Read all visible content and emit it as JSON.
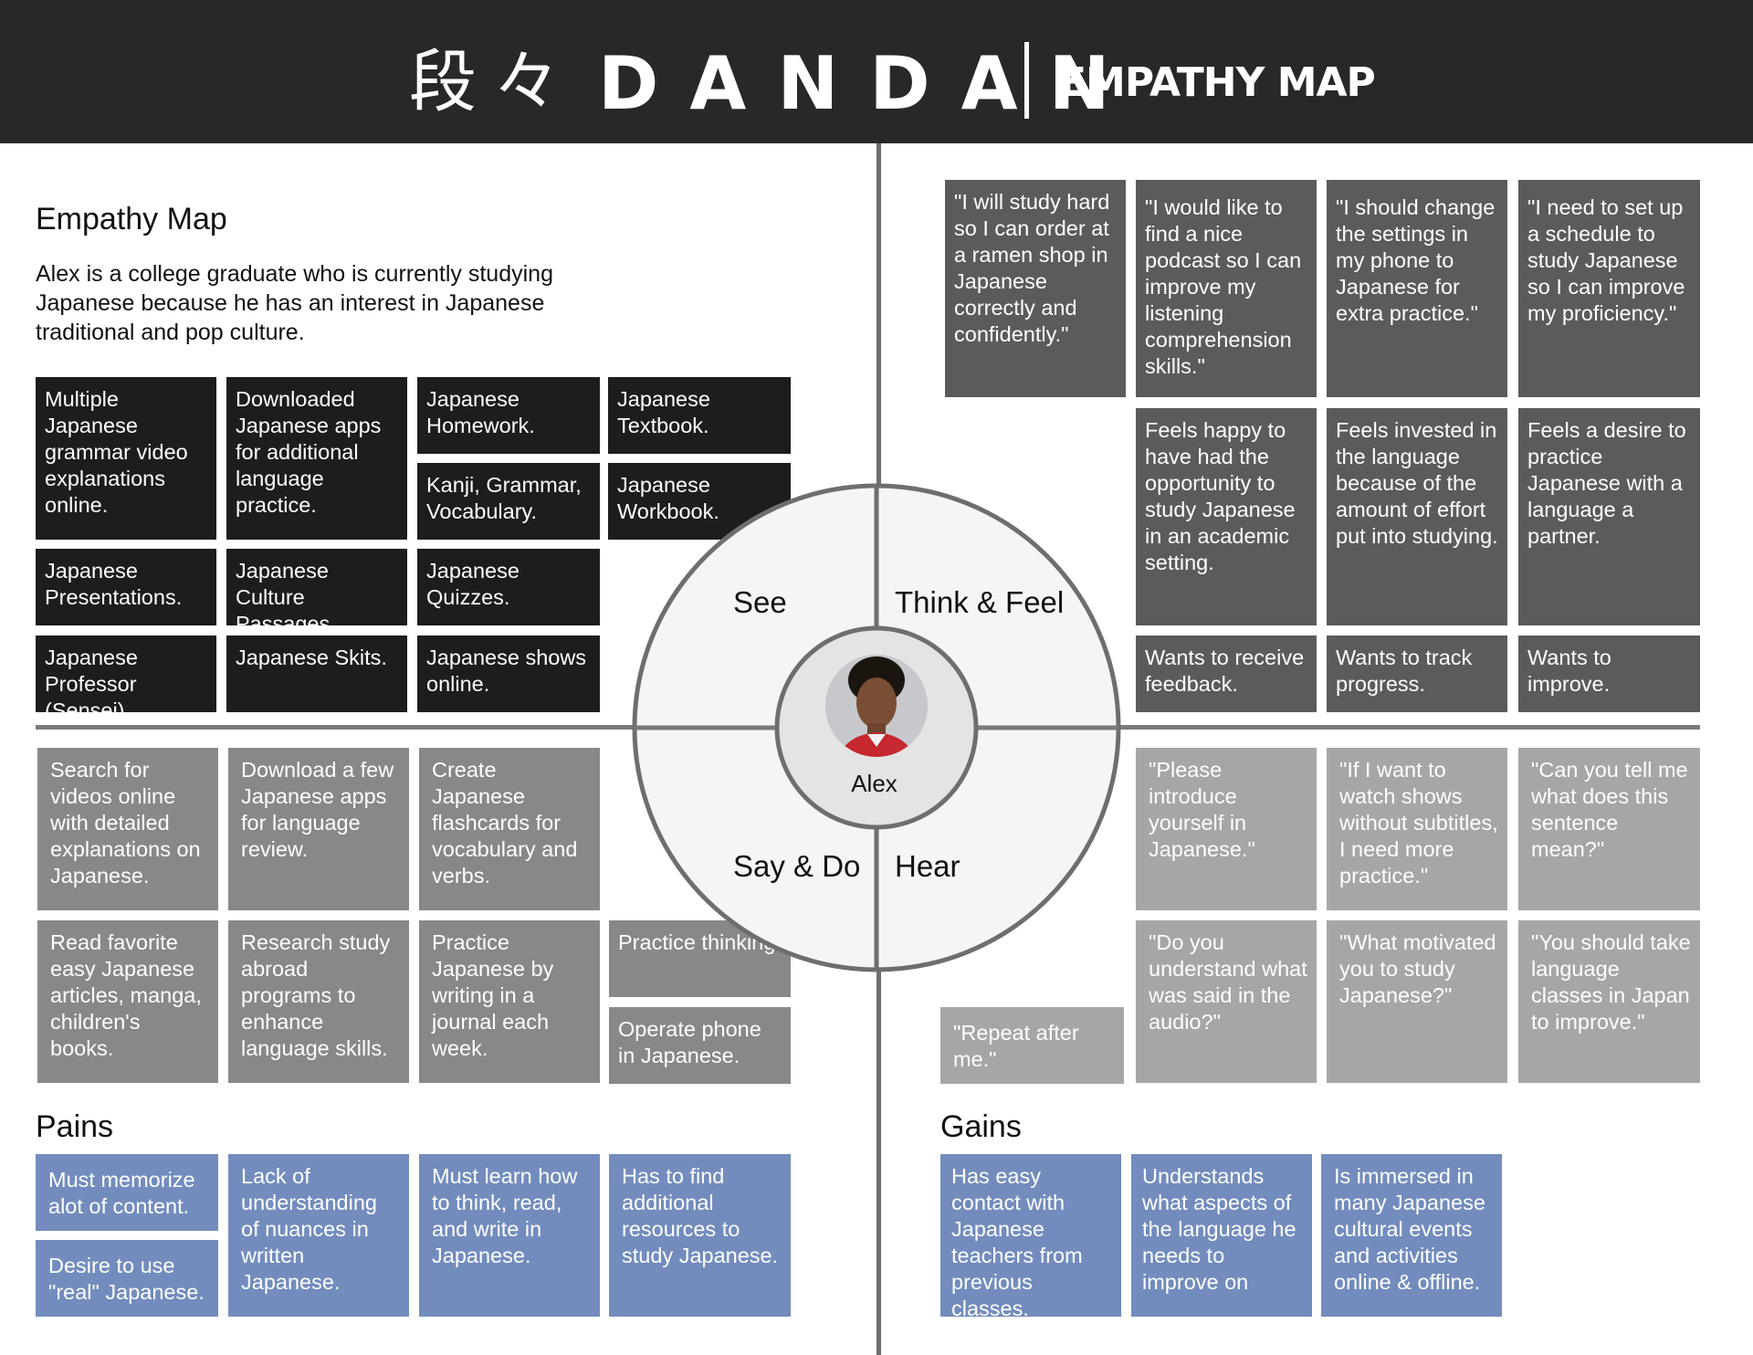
{
  "header": {
    "logo_kanji": "段々",
    "logo_text": "DANDAN",
    "subtitle": "EMPATHY MAP"
  },
  "intro": {
    "title": "Empathy Map",
    "description": "Alex is a college graduate who is currently studying Japanese  because he has an interest in Japanese traditional and pop culture."
  },
  "center": {
    "persona_name": "Alex",
    "quadrants": {
      "see": "See",
      "think_feel": "Think & Feel",
      "say_do": "Say & Do",
      "hear": "Hear"
    }
  },
  "see": {
    "items": [
      "Multiple Japanese grammar video explanations online.",
      "Downloaded Japanese apps for additional language practice.",
      "Japanese Homework.",
      "Japanese Textbook.",
      "Kanji, Grammar, Vocabulary.",
      "Japanese Workbook.",
      "Japanese Presentations.",
      "Japanese Culture Passages.",
      "Japanese Quizzes.",
      "Japanese Professor (Sensei).",
      "Japanese Skits.",
      "Japanese shows online."
    ]
  },
  "think_feel": {
    "items": [
      "\"I will study hard so I can order at a ramen shop in Japanese correctly and confidently.\"",
      "\"I would like to find a nice podcast so I can improve my listening comprehension skills.\"",
      "\"I should change the settings in my phone to Japanese for extra practice.\"",
      "\"I need to set up a schedule to study Japanese so I can improve my proficiency.\"",
      "Feels happy to have had the opportunity to study Japanese in an academic setting.",
      "Feels invested in the language because of the amount of effort put into studying.",
      "Feels a desire to practice Japanese with a language a partner.",
      "Wants to receive feedback.",
      "Wants to track progress.",
      "Wants to improve."
    ]
  },
  "say_do": {
    "items": [
      "Search for videos online with detailed explanations on Japanese.",
      "Download a few Japanese apps for language review.",
      "Create Japanese flashcards for vocabulary and verbs.",
      "Read favorite easy Japanese articles, manga, children's books.",
      "Research study abroad programs to enhance language skills.",
      "Practice Japanese by writing in a journal each week.",
      "Practice thinking in Japanese.",
      "Operate phone in Japanese."
    ]
  },
  "hear": {
    "items": [
      "\"Please introduce yourself in Japanese.\"",
      "\"If I want to watch shows without subtitles, I need more practice.\"",
      "\"Can you tell me what does this sentence mean?\"",
      "\"Do you understand what was said in the audio?\"",
      "\"What motivated you to study Japanese?\"",
      "\"You should take language classes in Japan to improve.\"",
      "\"Repeat after me.\""
    ]
  },
  "pains": {
    "title": "Pains",
    "items": [
      "Must memorize alot of content.",
      "Desire to use \"real\" Japanese.",
      "Lack of understanding of nuances in written Japanese.",
      "Must learn how to think, read, and write in Japanese.",
      "Has to find additional resources to study Japanese."
    ]
  },
  "gains": {
    "title": "Gains",
    "items": [
      "Has easy contact with Japanese teachers from previous classes.",
      "Understands what aspects of the language he needs to improve on",
      "Is immersed in many Japanese cultural events and activities online & offline."
    ]
  },
  "colors": {
    "header_bg": "#282828",
    "see_cards": "#1d1d1d",
    "think_cards": "#5b5b5b",
    "say_do_cards": "#888888",
    "hear_cards": "#a6a6a6",
    "pains_gains_cards": "#738cbd",
    "circle_fill": "#f5f5f5",
    "circle_stroke": "#6e6e6e"
  },
  "icons": {
    "avatar": "person-avatar-icon"
  }
}
